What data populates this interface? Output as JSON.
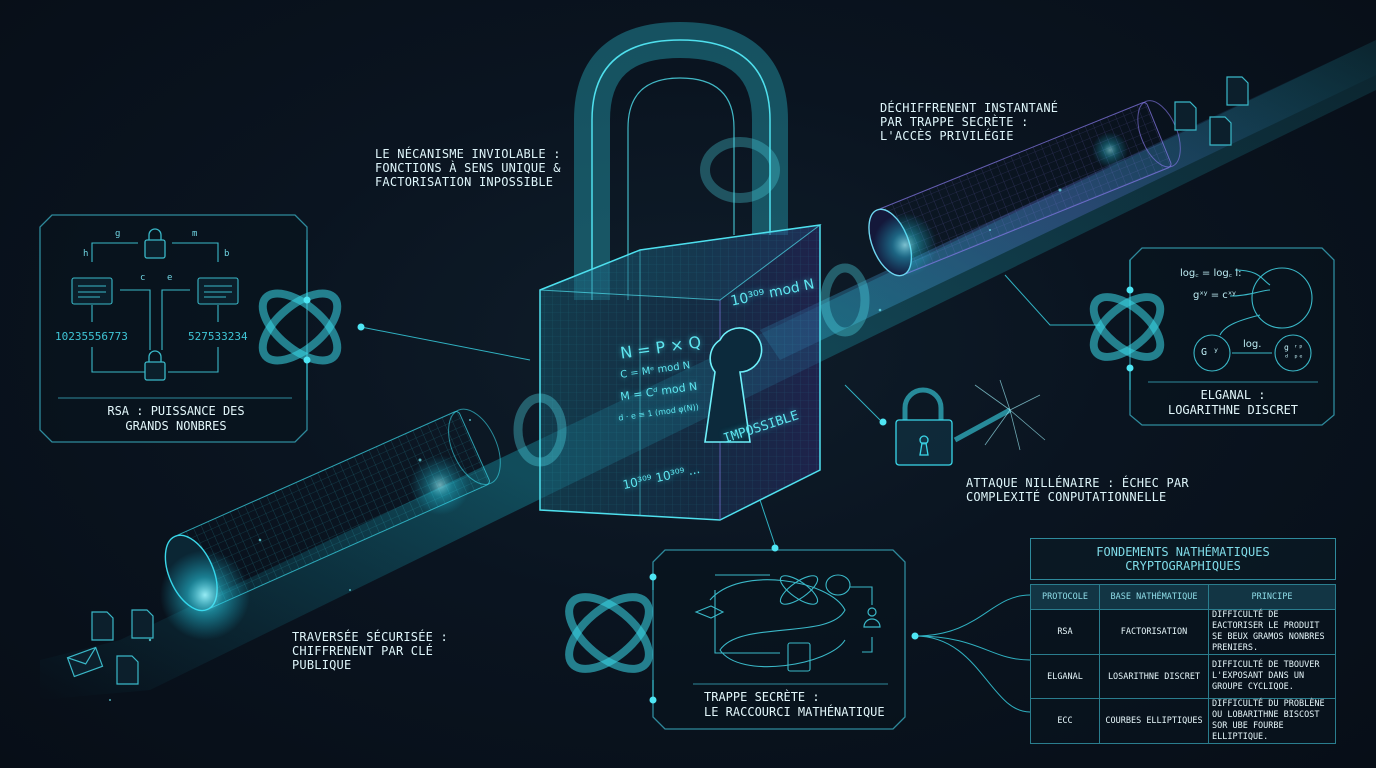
{
  "colors": {
    "background": "#0a1420",
    "cyan": "#3fd9e8",
    "violet": "#8a6cf0",
    "panel_border": "#2e8a9c",
    "text": "#dff6fb"
  },
  "center_lock": {
    "formulas": [
      "N = P × Q",
      "C = Mᵉ mod N",
      "M = Cᵈ mod N",
      "d · e ≡ 1 (mod φ(N))"
    ],
    "side_formula": "10³⁰⁹ mod N",
    "bottom_formula": "10³⁰⁹ 10³⁰⁹ ...",
    "impossible_label": "IMPOSSIBLE"
  },
  "labels": {
    "mechanism": "LE NÉCANISME INVIOLABLE :\nFONCTIONS À SENS UNIQUE &\nFACTORISATION INPOSSIBLE",
    "decryption": "DÉCHIFFRENENT INSTANTANÉ\nPAR TRAPPE SECRÈTE :\nL'ACCÈS PRIVILÉGIE",
    "attack": "ATTAQUE NILLÉNAIRE : ÉCHEC PAR\nCOMPLEXITÉ CONPUTATIONNELLE",
    "traversal": "TRAVERSÉE SÉCURISÉE :\nCHIFFRENENT PAR CLÉ\nPUBLIQUE"
  },
  "rsa_panel": {
    "title": "RSA : PUISSANCE DES\nGRANDS NONBRES",
    "letters": [
      "g",
      "m",
      "h",
      "b",
      "c",
      "e"
    ],
    "number_left": "10235556773",
    "number_right": "527533234"
  },
  "elgamal_panel": {
    "title": "ELGANAL :\nLOGARITHNE DISCRET",
    "formula_1": "log꜀ = log꜀ l:",
    "formula_2": "gˣʸ = cˣʸ",
    "node_left": "G ʸ",
    "arrow_label": "log.",
    "node_right": "g ʳᵖ\nᵈ ᵖᵉ"
  },
  "trapdoor_panel": {
    "title": "TRAPPE SECRÈTE :\nLE RACCOURCI MATHÉNATIQUE"
  },
  "table": {
    "title": "FONDEMENTS NATHÉMATIQUES CRYPTOGRAPHIQUES",
    "headers": [
      "PROTOCOLE",
      "BASE NATHÉMATIQUE",
      "PRINCIPE"
    ],
    "rows": [
      {
        "protocol": "RSA",
        "base": "FACTORISATION",
        "principle": "DIFFICULTÉ DE EACTORISER LE PRODUIT SE BEUX GRAMOS NONBRES PRENIERS."
      },
      {
        "protocol": "ELGANAL",
        "base": "LOSARITHNE DISCRET",
        "principle": "DIFFICULTÉ DE TBOUVER L'EXPOSANT DANS UN GROUPE CYCLIQOE."
      },
      {
        "protocol": "ECC",
        "base": "COURBES ELLIPTIQUES",
        "principle": "DIFFICULTÉ DU PROBLÈNE OU LOBARITHNE BISCOST SOR UBE FOURBE ELLIPTIQUE."
      }
    ]
  },
  "icons": [
    "padlock-icon",
    "document-icon",
    "envelope-icon",
    "torus-knot-icon",
    "user-icon",
    "broken-lock-icon"
  ]
}
